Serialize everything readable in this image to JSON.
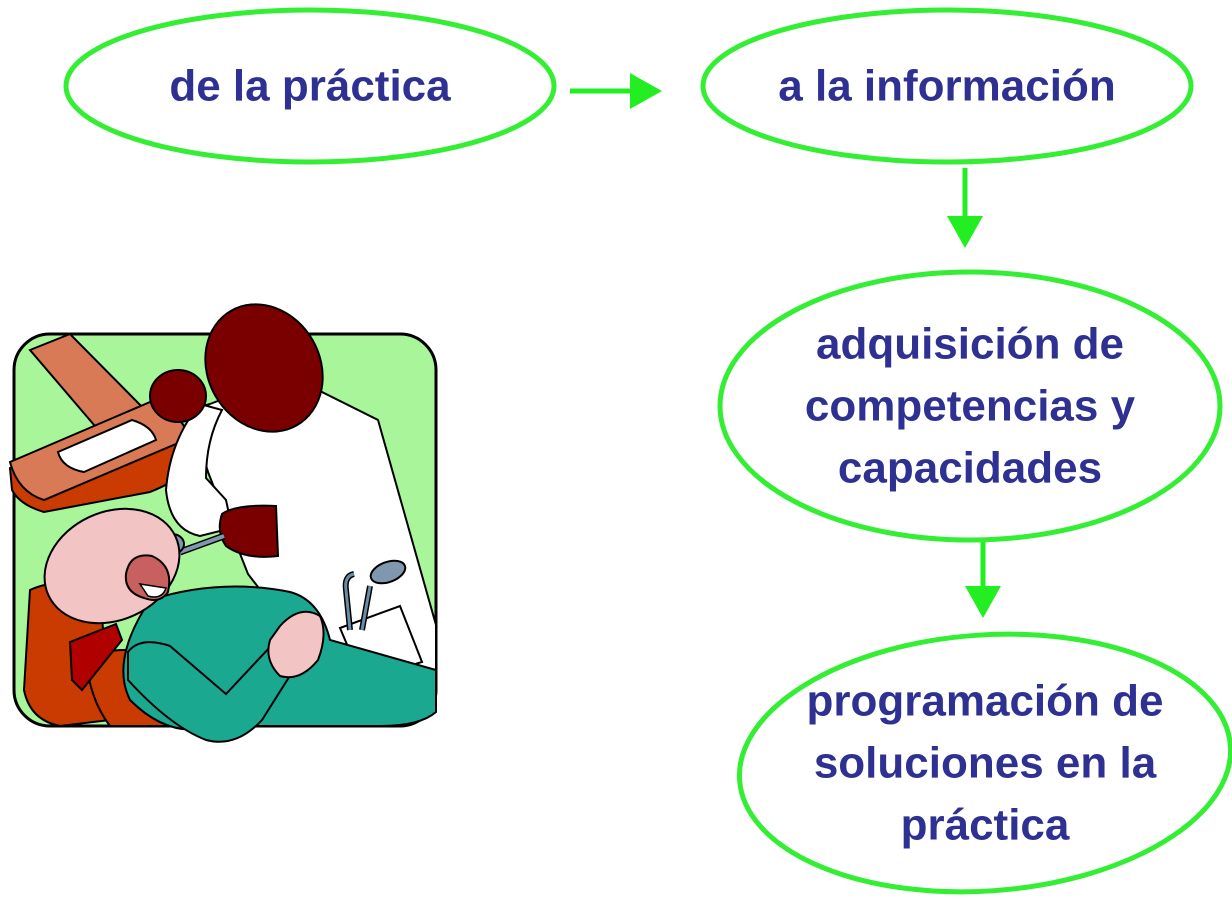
{
  "colors": {
    "node_outline": "#33ee33",
    "node_text": "#2e3192",
    "arrow": "#22ee22",
    "clipart_background": "#a8f59a",
    "clipart_outline": "#000000"
  },
  "nodes": [
    {
      "id": "practica-inicio",
      "lines": [
        "de la práctica"
      ]
    },
    {
      "id": "informacion",
      "lines": [
        "a la información"
      ]
    },
    {
      "id": "competencias",
      "lines": [
        "adquisición de",
        "competencias y",
        "capacidades"
      ]
    },
    {
      "id": "programacion",
      "lines": [
        "programación de",
        "soluciones en la",
        "práctica"
      ]
    }
  ],
  "edges": [
    {
      "from": "practica-inicio",
      "to": "informacion"
    },
    {
      "from": "informacion",
      "to": "competencias"
    },
    {
      "from": "competencias",
      "to": "programacion"
    }
  ],
  "clipart": {
    "icon": "dentist-treating-patient-icon"
  }
}
